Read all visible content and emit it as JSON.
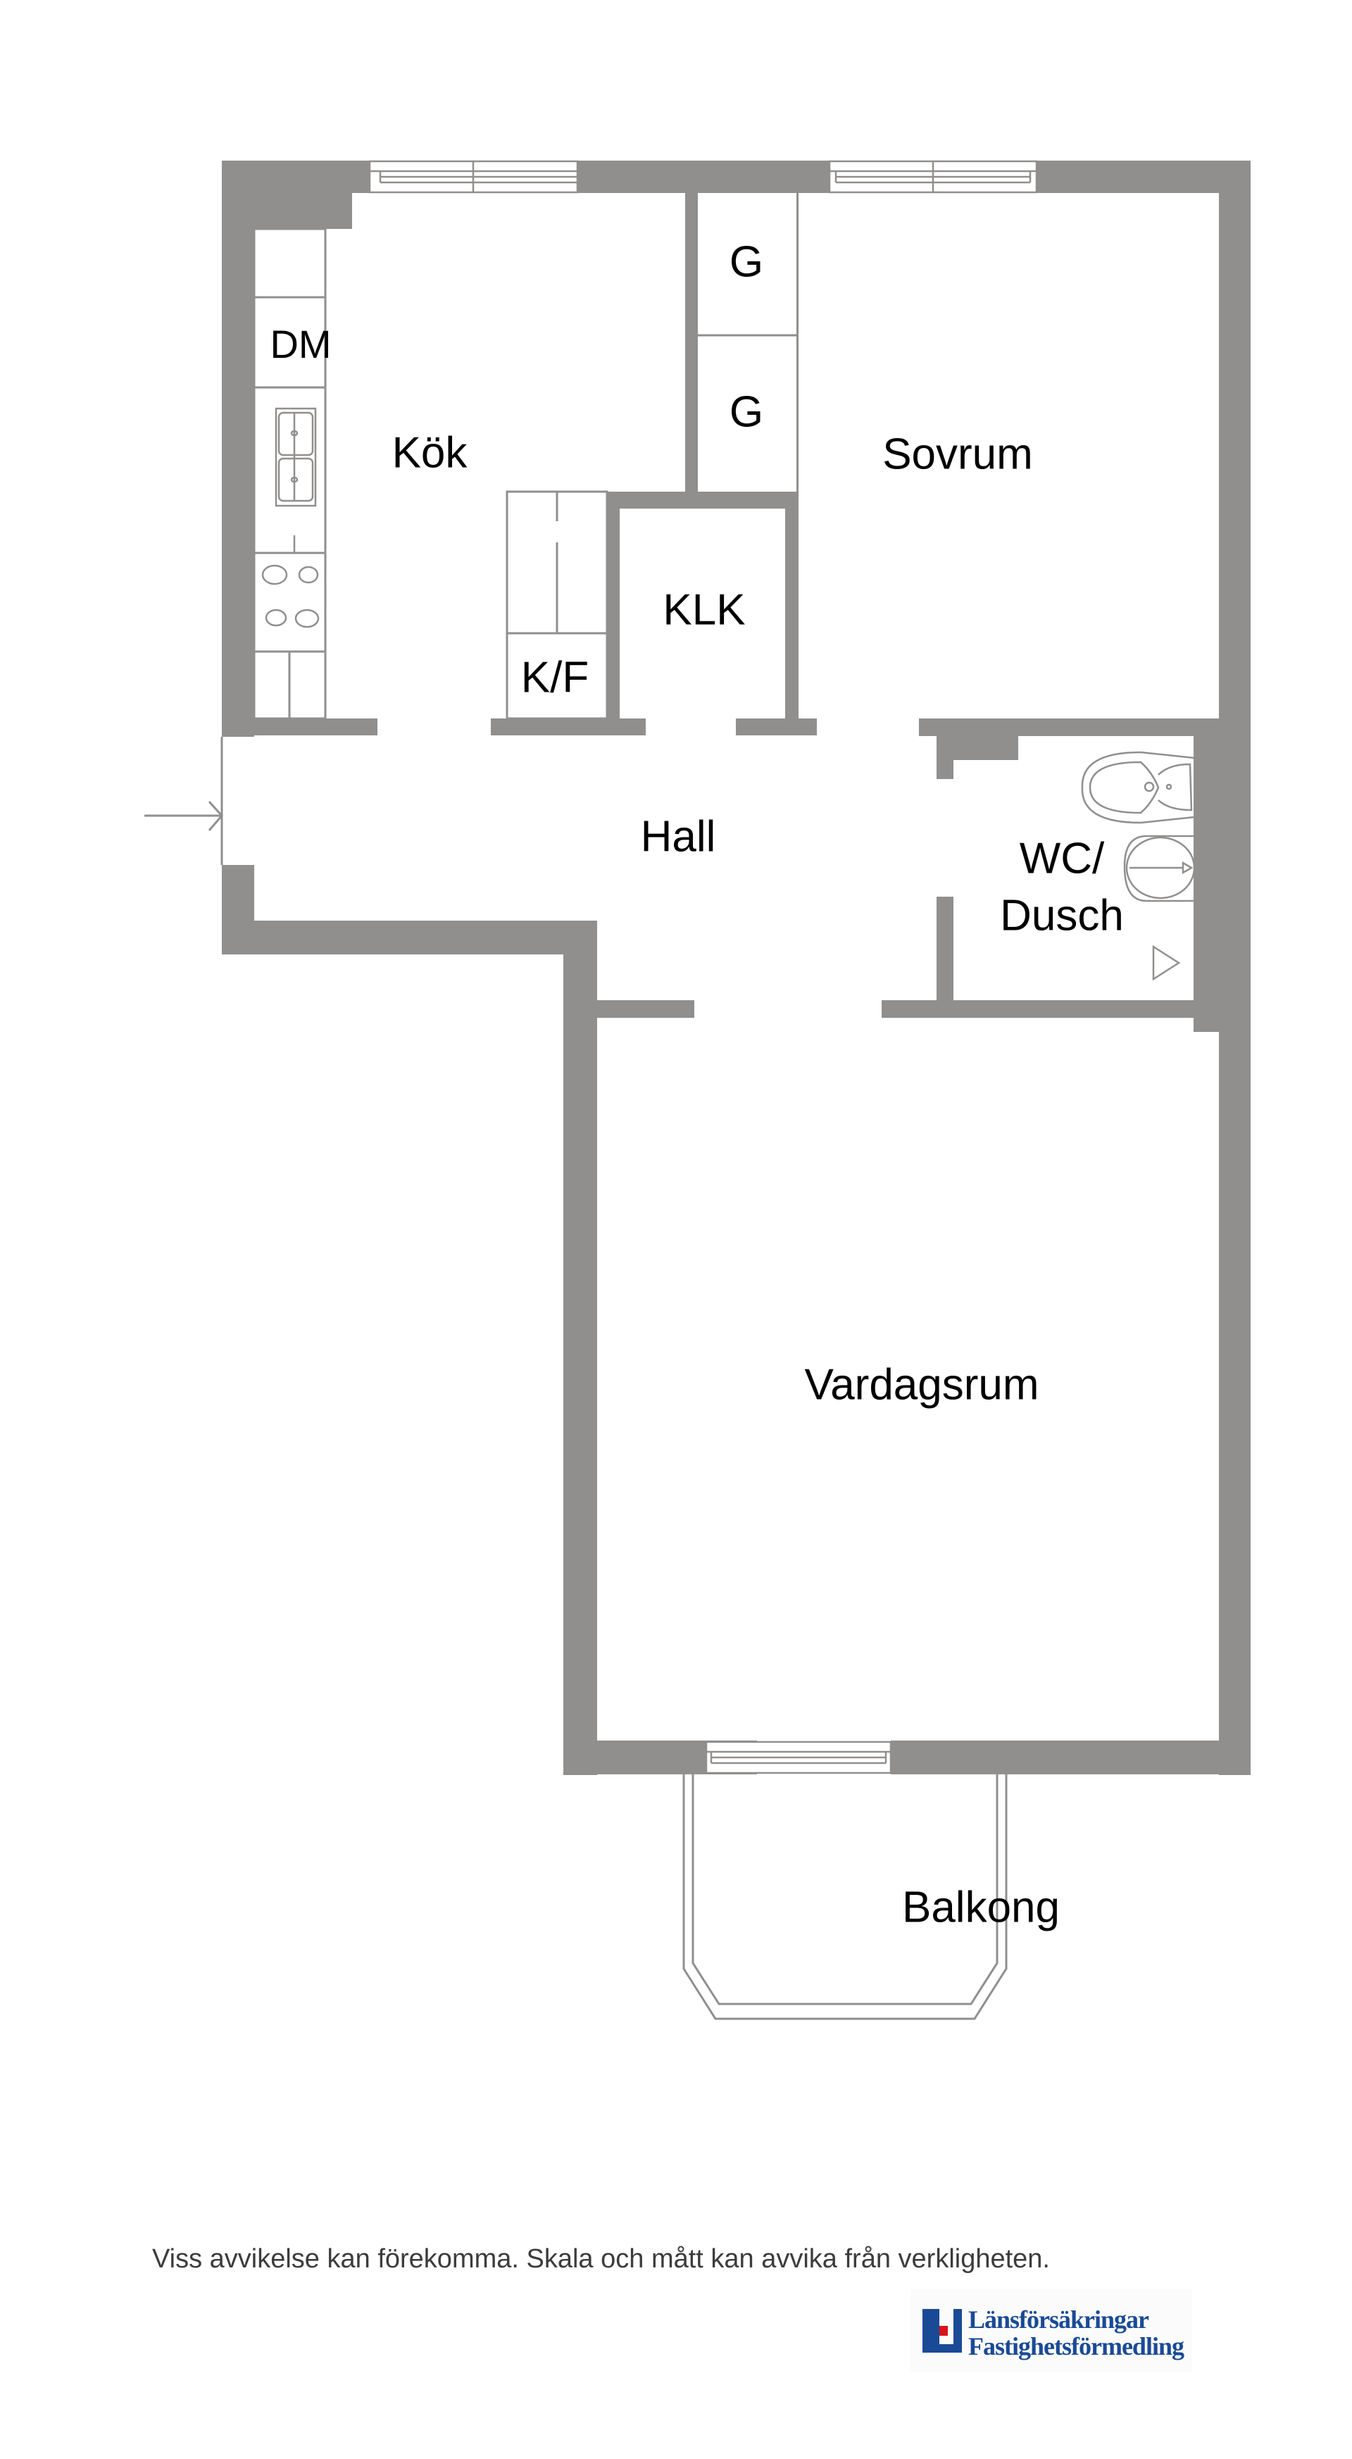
{
  "floorplan": {
    "rooms": {
      "kitchen": "Kök",
      "dishwasher": "DM",
      "fridge_freezer": "K/F",
      "wardrobe_1": "G",
      "wardrobe_2": "G",
      "walk_in_closet": "KLK",
      "bedroom": "Sovrum",
      "hall": "Hall",
      "bathroom_line1": "WC/",
      "bathroom_line2": "Dusch",
      "living_room": "Vardagsrum",
      "balcony": "Balkong"
    },
    "entrance_icon": "arrow-right-icon",
    "colors": {
      "wall": "#918f8d",
      "label": "#000000"
    }
  },
  "footer": {
    "disclaimer": "Viss avvikelse kan förekomma. Skala och mått kan avvika från verkligheten.",
    "logo": {
      "line1": "Länsförsäkringar",
      "line2": "Fastighetsförmedling",
      "brand_blue": "#1a4a96",
      "brand_red": "#d7141a"
    }
  }
}
